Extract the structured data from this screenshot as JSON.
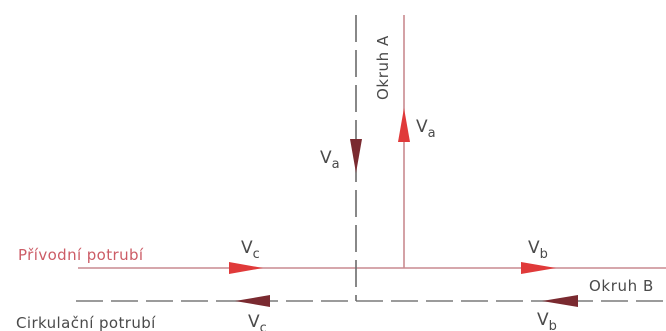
{
  "labels": {
    "supply_pipe": "Přívodní potrubí",
    "circulation_pipe": "Cirkulační potrubí",
    "circuit_a": "Okruh A",
    "circuit_b": "Okruh B",
    "v_main": "V",
    "sub_c": "c",
    "sub_b": "b",
    "sub_a": "a"
  },
  "colors": {
    "supply_line": "#c98a90",
    "circulation_line": "#7a7a7a",
    "arrow_red": "#e03a3a",
    "arrow_dark": "#7a2a30",
    "supply_text": "#cc5c66",
    "text": "#4a4a4a",
    "background": "#ffffff"
  }
}
